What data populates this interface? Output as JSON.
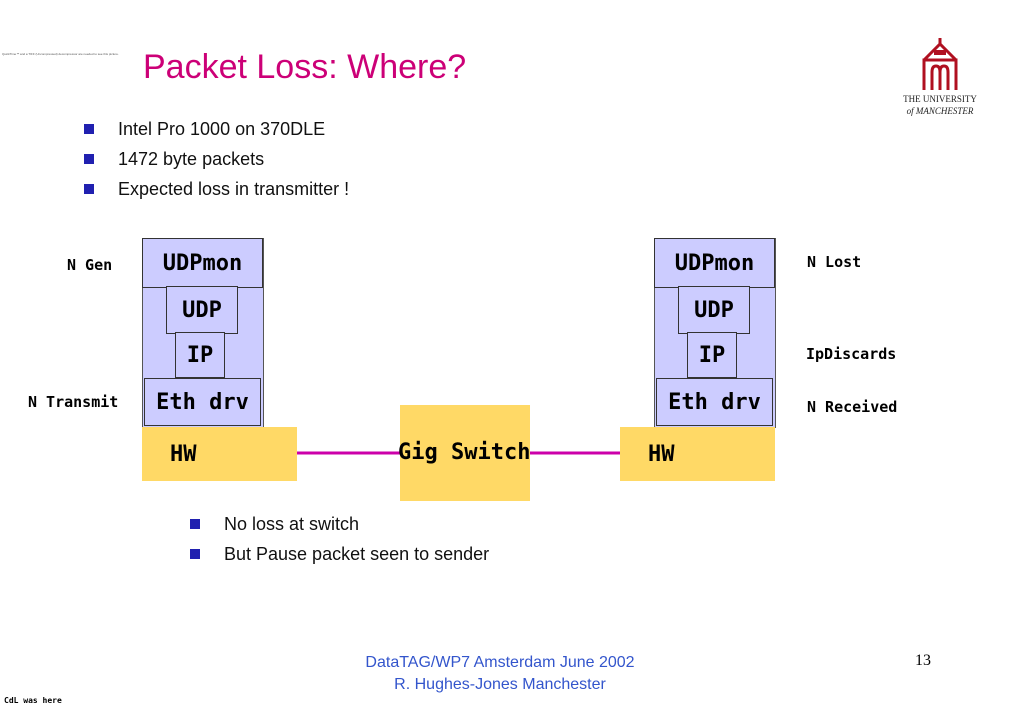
{
  "note": "QuickTime™ and a TIFF (Uncompressed) decompressor are needed to see this picture.",
  "title": "Packet Loss: Where?",
  "logo": {
    "line1": "THE UNIVERSITY",
    "line2": "of MANCHESTER"
  },
  "bullets_top": [
    "Intel Pro 1000 on 370DLE",
    "1472 byte packets",
    "Expected loss in transmitter !"
  ],
  "diagram": {
    "left_stack": [
      "UDPmon",
      "UDP",
      "IP",
      "Eth drv"
    ],
    "right_stack": [
      "UDPmon",
      "UDP",
      "IP",
      "Eth drv"
    ],
    "left_hw": "HW",
    "right_hw": "HW",
    "switch": "Gig Switch",
    "labels": {
      "n_gen": "N Gen",
      "n_transmit": "N Transmit",
      "n_lost": "N Lost",
      "ip_discards": "IpDiscards",
      "n_received": "N Received"
    },
    "colors": {
      "stack": "#ccccff",
      "hw": "#ffd966",
      "link": "#cc00aa",
      "title": "#cc0077",
      "bullet": "#2020b0"
    }
  },
  "bullets_bottom": [
    "No loss at switch",
    "But Pause packet seen to sender"
  ],
  "footer": {
    "line1": "DataTAG/WP7 Amsterdam June  2002",
    "line2": "R. Hughes-Jones  Manchester"
  },
  "page_number": "13",
  "corner_note": "CdL was here"
}
